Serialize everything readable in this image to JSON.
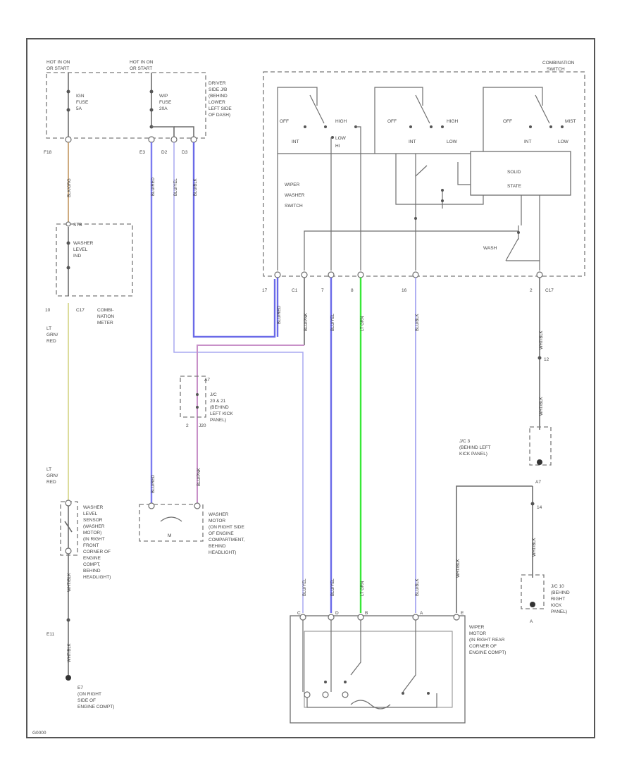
{
  "power": {
    "hot1": [
      "HOT IN ON",
      "OR START"
    ],
    "hot2": [
      "HOT IN ON",
      "OR START"
    ],
    "fuse1": [
      "IGN",
      "FUSE",
      "5A"
    ],
    "fuse2": [
      "WIP",
      "FUSE",
      "20A"
    ],
    "fuse_box": [
      "DRIVER",
      "SIDE J/B",
      "(BEHIND",
      "LOWER",
      "LEFT SIDE",
      "OF DASH)"
    ],
    "pins_top": [
      "F18",
      "E3",
      "D2",
      "D3"
    ]
  },
  "combination_switch": {
    "title": [
      "COMBINATION",
      "SWITCH"
    ],
    "sw1": {
      "off": "OFF",
      "int": "INT",
      "low": "LOW",
      "high": "HIGH",
      "hi": "HI"
    },
    "sw2": {
      "off": "OFF",
      "int": "INT",
      "high": "HIGH",
      "low": "LOW"
    },
    "sw3": {
      "off": "OFF",
      "int": "INT",
      "mist": "MIST",
      "low": "LOW"
    },
    "solid_state": [
      "SOLID",
      "STATE"
    ],
    "wiper_washer": [
      "WIPER",
      "WASHER",
      "SWITCH"
    ],
    "washer": "WASH",
    "pins": [
      "17",
      "C1",
      "7",
      "8",
      "16",
      "2",
      "C17"
    ]
  },
  "meter": {
    "pin": "STB",
    "label": [
      "WASHER",
      "LEVEL",
      "IND"
    ],
    "name": [
      "COMBI-",
      "NATION",
      "METER"
    ],
    "pin_out": [
      "10",
      "C17"
    ],
    "wire_label1": [
      "LT",
      "GRN/",
      "RED"
    ],
    "wire_label2": [
      "LT",
      "GRN/",
      "RED"
    ]
  },
  "jc": {
    "name": [
      "J/C",
      "20 & 21",
      "(BEHIND",
      "LEFT KICK",
      "PANEL)"
    ],
    "pins": [
      "2",
      "J20"
    ],
    "pin_top": "A7"
  },
  "washer_motor": {
    "label": [
      "WASHER",
      "MOTOR",
      "(ON RIGHT SIDE",
      "OF ENGINE",
      "COMPARTMENT,",
      "BEHIND",
      "HEADLIGHT)"
    ],
    "m": "M"
  },
  "level_sensor": {
    "label": [
      "WASHER",
      "LEVEL",
      "SENSOR",
      "(WASHER",
      "MOTOR)",
      "(IN RIGHT",
      "FRONT",
      "CORNER OF",
      "ENGINE",
      "COMPT,",
      "BEHIND",
      "HEADLIGHT)"
    ],
    "pin": "E11",
    "ground": [
      "E7",
      "(ON RIGHT",
      "SIDE OF",
      "ENGINE COMPT)"
    ]
  },
  "jc3": {
    "name": [
      "J/C 3",
      "(BEHIND LEFT",
      "KICK PANEL)"
    ],
    "pin": "12"
  },
  "jc10": {
    "name": [
      "J/C 10",
      "(BEHIND",
      "RIGHT",
      "KICK",
      "PANEL)"
    ],
    "pins": [
      "A7",
      "14",
      "A"
    ]
  },
  "wiper_motor": {
    "label": [
      "WIPER",
      "MOTOR",
      "(IN RIGHT REAR",
      "CORNER OF",
      "ENGINE COMPT)"
    ],
    "pins": [
      "C",
      "D",
      "B",
      "A",
      "E"
    ]
  },
  "wires": {
    "ign": "BLK/ORG",
    "blue1": "BLU/RED",
    "blue2": "BLU/YEL",
    "blue3": "BLU/BLK",
    "sw_blue": "BLU/RED",
    "sw_pink": "BLU/PNK",
    "sw_blu": "BLU/YEL",
    "sw_grn": "LT GRN",
    "sw_16": "BLU/BLK",
    "sw_c17": "WHT/BLK",
    "jc3w": "WHT/BLK",
    "jc10w": "WHT/BLK",
    "motor_w": "WHT/BLK",
    "pnk": "BLU/PNK",
    "lvl": "WHT/BLK",
    "gndw": "WHT/BLK"
  },
  "footer": "G0000"
}
